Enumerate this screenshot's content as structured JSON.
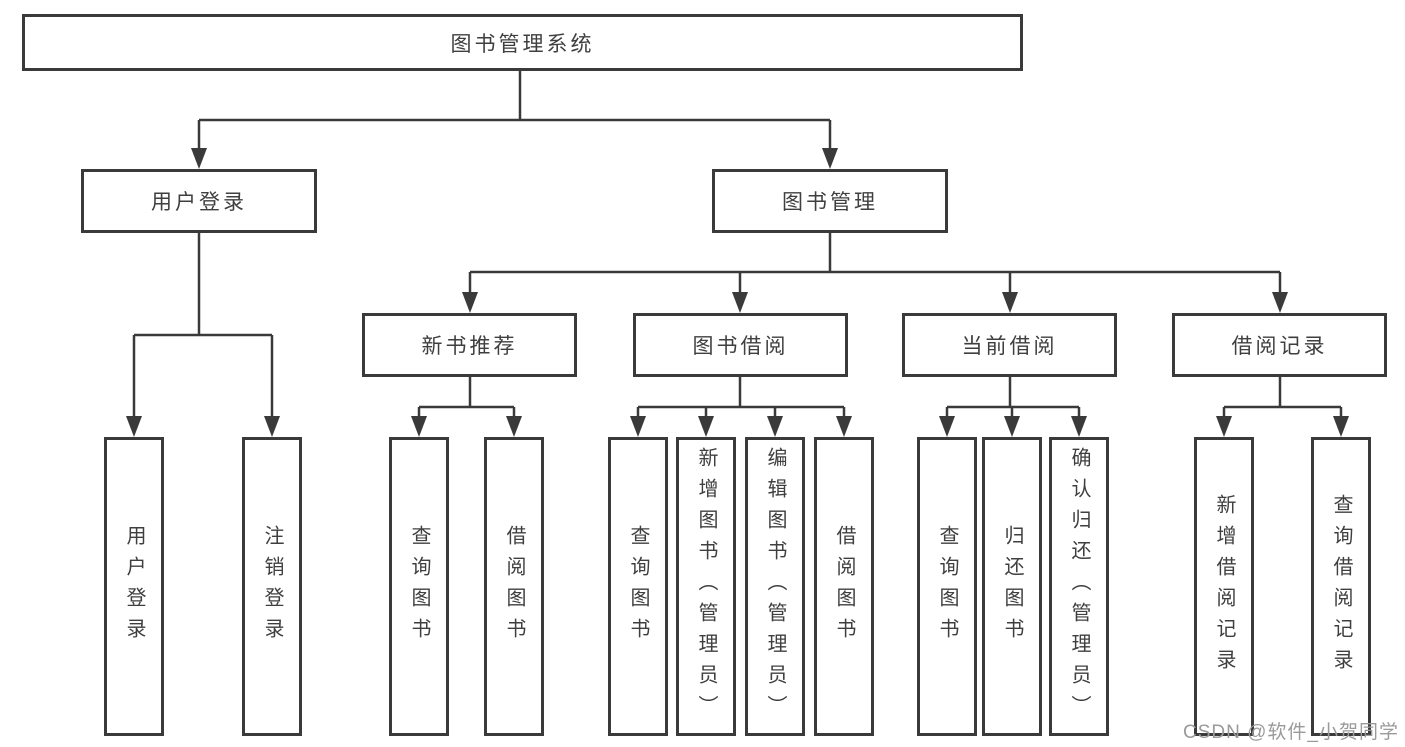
{
  "diagram": {
    "root": {
      "label": "图书管理系统"
    },
    "branches": [
      {
        "label": "用户登录",
        "children": [
          "用户登录",
          "注销登录"
        ]
      },
      {
        "label": "图书管理",
        "groups": [
          {
            "label": "新书推荐",
            "children": [
              "查询图书",
              "借阅图书"
            ]
          },
          {
            "label": "图书借阅",
            "children": [
              "查询图书",
              "新增图书（管理员）",
              "编辑图书（管理员）",
              "借阅图书"
            ]
          },
          {
            "label": "当前借阅",
            "children": [
              "查询图书",
              "归还图书",
              "确认归还（管理员）"
            ]
          },
          {
            "label": "借阅记录",
            "children": [
              "新增借阅记录",
              "查询借阅记录"
            ]
          }
        ]
      }
    ]
  },
  "colors": {
    "line": "#3a3a3a",
    "text": "#3f3f3f",
    "background": "#ffffff",
    "watermark": "#9a9a9a"
  },
  "watermark": {
    "label": "CSDN @软件_小贺同学"
  }
}
